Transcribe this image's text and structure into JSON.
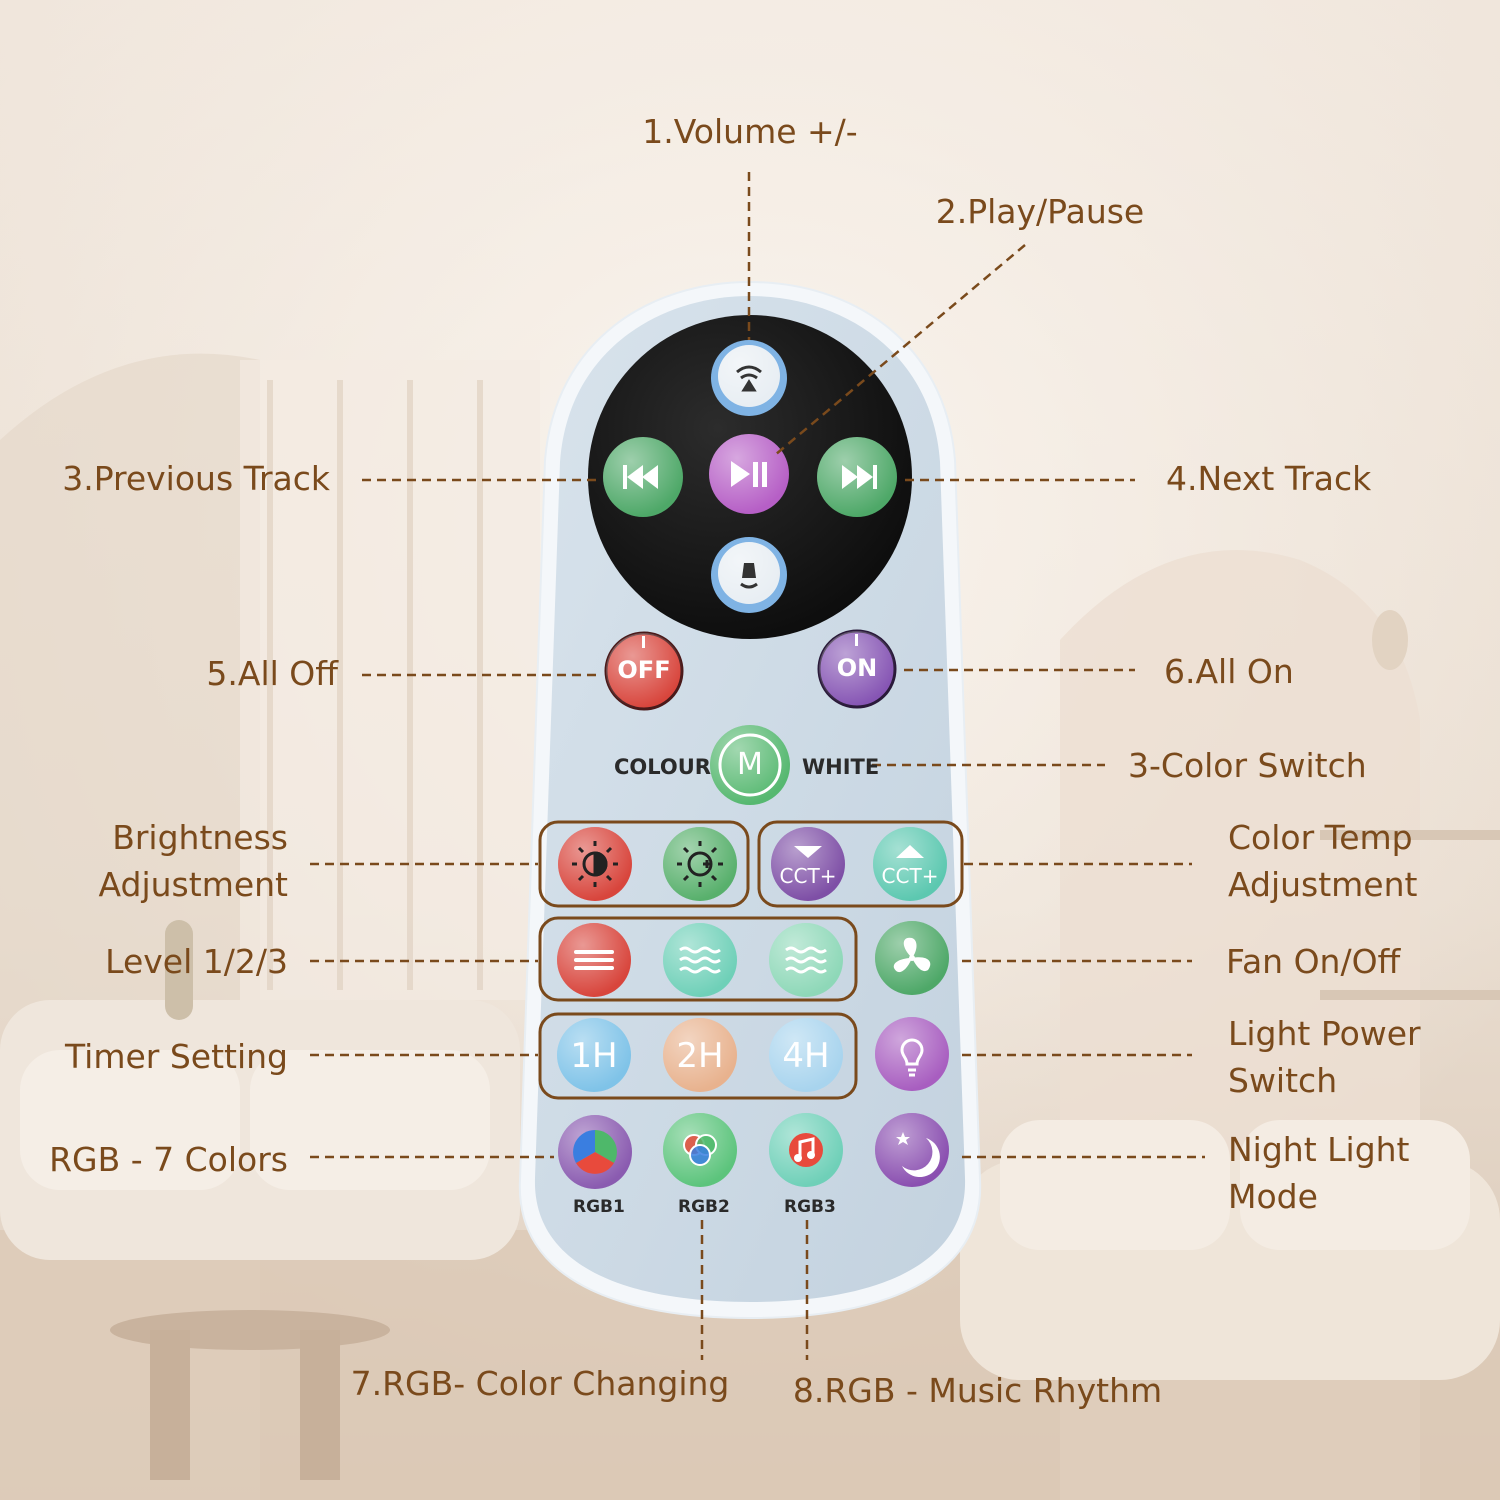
{
  "labels": {
    "volume": "1.Volume +/-",
    "play_pause": "2.Play/Pause",
    "previous": "3.Previous Track",
    "next": "4.Next Track",
    "all_off": "5.All Off",
    "all_on": "6.All On",
    "color_switch": "3-Color Switch",
    "brightness_1": "Brightness",
    "brightness_2": "Adjustment",
    "color_temp_1": "Color Temp",
    "color_temp_2": "Adjustment",
    "level": "Level 1/2/3",
    "fan": "Fan On/Off",
    "timer": "Timer Setting",
    "light_power_1": "Light Power",
    "light_power_2": "Switch",
    "rgb7": "RGB - 7 Colors",
    "night_1": "Night Light",
    "night_2": "Mode",
    "rgb_changing": "7.RGB- Color Changing",
    "rgb_music": "8.RGB - Music Rhythm"
  },
  "remote": {
    "colour_label": "COLOUR",
    "white_label": "WHITE",
    "mode_key": "M",
    "off_key": "OFF",
    "on_key": "ON",
    "cct_minus": "CCT+",
    "cct_plus": "CCT+",
    "timer_1": "1H",
    "timer_2": "2H",
    "timer_4": "4H",
    "rgb1": "RGB1",
    "rgb2": "RGB2",
    "rgb3": "RGB3"
  },
  "colors": {
    "label_brown": "#7a4a1c",
    "remote_body": "#cfdbe6",
    "remote_rim": "#f4f7fa",
    "dpad_black": "#161616",
    "green_key": "#4ea868",
    "purple_key": "#b05fc0",
    "blue_key": "#9fc0e0",
    "red_key": "#d8453c",
    "violet_key": "#7e4fa6",
    "teal_key": "#5cc8b0",
    "orange_key": "#e8b28e",
    "sky_key": "#7fc3e8"
  },
  "icons": [
    "volume-up-icon",
    "volume-down-icon",
    "play-pause-icon",
    "previous-track-icon",
    "next-track-icon",
    "brightness-down-icon",
    "brightness-up-icon",
    "fan-icon",
    "bulb-icon",
    "moon-star-icon",
    "rgb-pie-icon",
    "rgb-circles-icon",
    "music-note-icon",
    "wave-icon"
  ]
}
